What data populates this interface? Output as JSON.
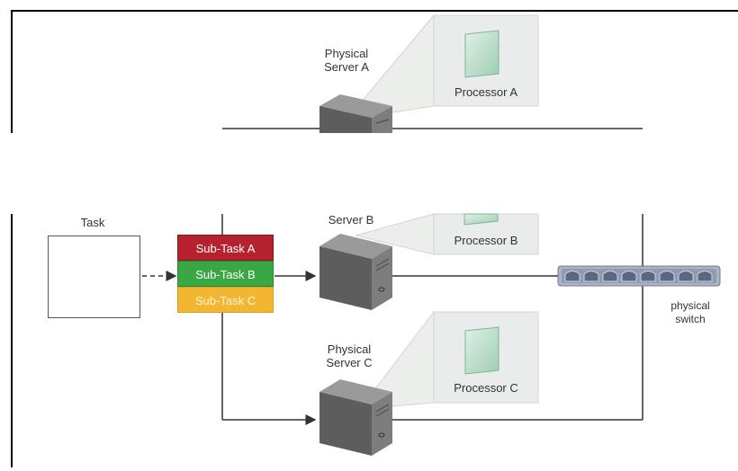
{
  "nodes": {
    "task": "Task",
    "subtasks": [
      "Sub-Task A",
      "Sub-Task B",
      "Sub-Task C"
    ],
    "server_a": [
      "Physical",
      "Server A"
    ],
    "server_b": "Server B",
    "server_c": [
      "Physical",
      "Server C"
    ],
    "processor_a": "Processor A",
    "processor_b": "Processor B",
    "processor_c": "Processor C",
    "switch": [
      "physical",
      "switch"
    ]
  },
  "colors": {
    "subtask_a": "#b5222e",
    "subtask_b": "#39a844",
    "subtask_c": "#f2b632",
    "callout": "#e9ecea",
    "processor_chip": "#b8ddc8",
    "server_body": "#6b6b6b",
    "switch": "#9aa7b8"
  }
}
